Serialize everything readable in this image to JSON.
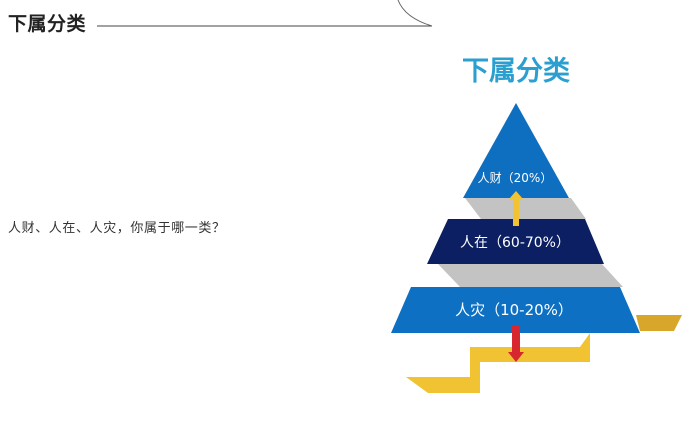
{
  "header": {
    "title": "下属分类"
  },
  "body": {
    "question": "人财、人在、人灾，你属于哪一类？"
  },
  "diagram": {
    "title": "下属分类",
    "levels": [
      {
        "label": "人财（20%）"
      },
      {
        "label": "人在（60-70%）"
      },
      {
        "label": "人灾（10-20%）"
      }
    ],
    "colors": {
      "title": "#2a9fd0",
      "top": "#0e6fc0",
      "middle": "#0c1f63",
      "bottom": "#0e70c2",
      "shadow": "#c3c3c3",
      "ribbon": "#f1c232",
      "ribbon_dark": "#d8a62a",
      "arrow_up": "#f1c232",
      "arrow_down": "#d7262e"
    }
  }
}
